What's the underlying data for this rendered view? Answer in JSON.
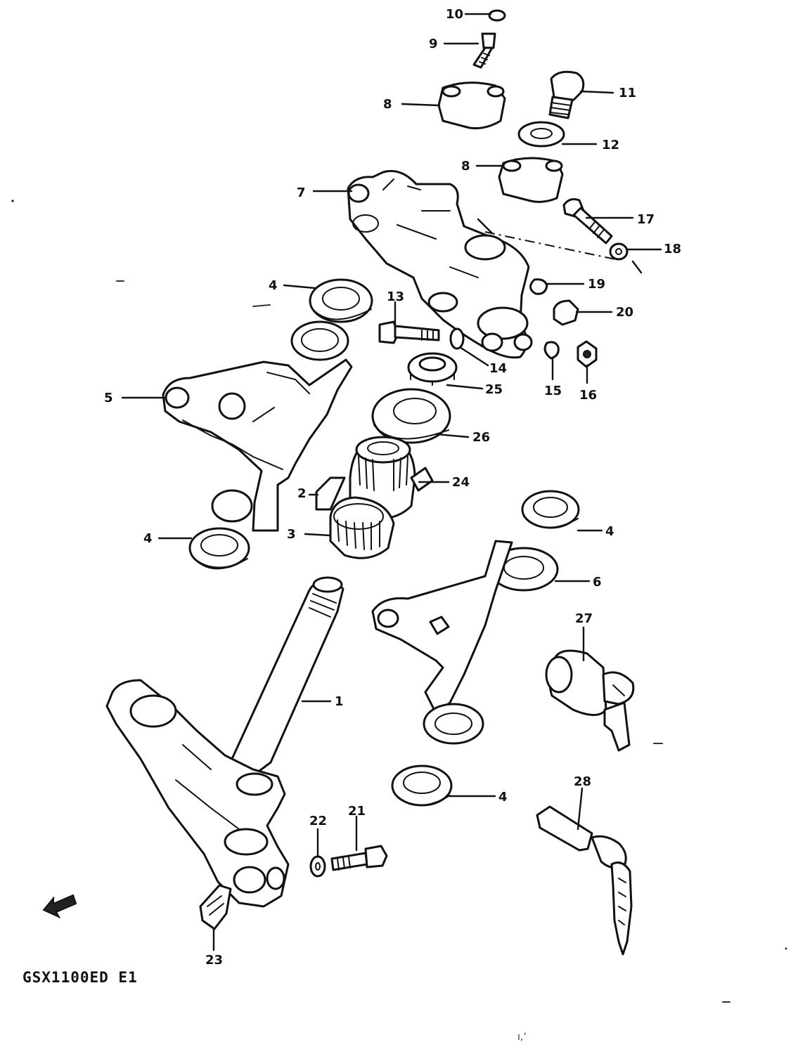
{
  "model_code": "GSX1100ED E1",
  "stray_mark": "ı,ʼ",
  "callouts": [
    "10",
    "9",
    "8",
    "11",
    "12",
    "8",
    "7",
    "17",
    "18",
    "4",
    "19",
    "13",
    "20",
    "14",
    "15",
    "16",
    "5",
    "25",
    "26",
    "24",
    "2",
    "4",
    "3",
    "4",
    "6",
    "27",
    "1",
    "4",
    "28",
    "22",
    "21",
    "23"
  ],
  "icons": {
    "front_arrow": "front-direction-arrow-icon"
  },
  "colors": {
    "ink": "#111111",
    "paper": "#ffffff"
  }
}
